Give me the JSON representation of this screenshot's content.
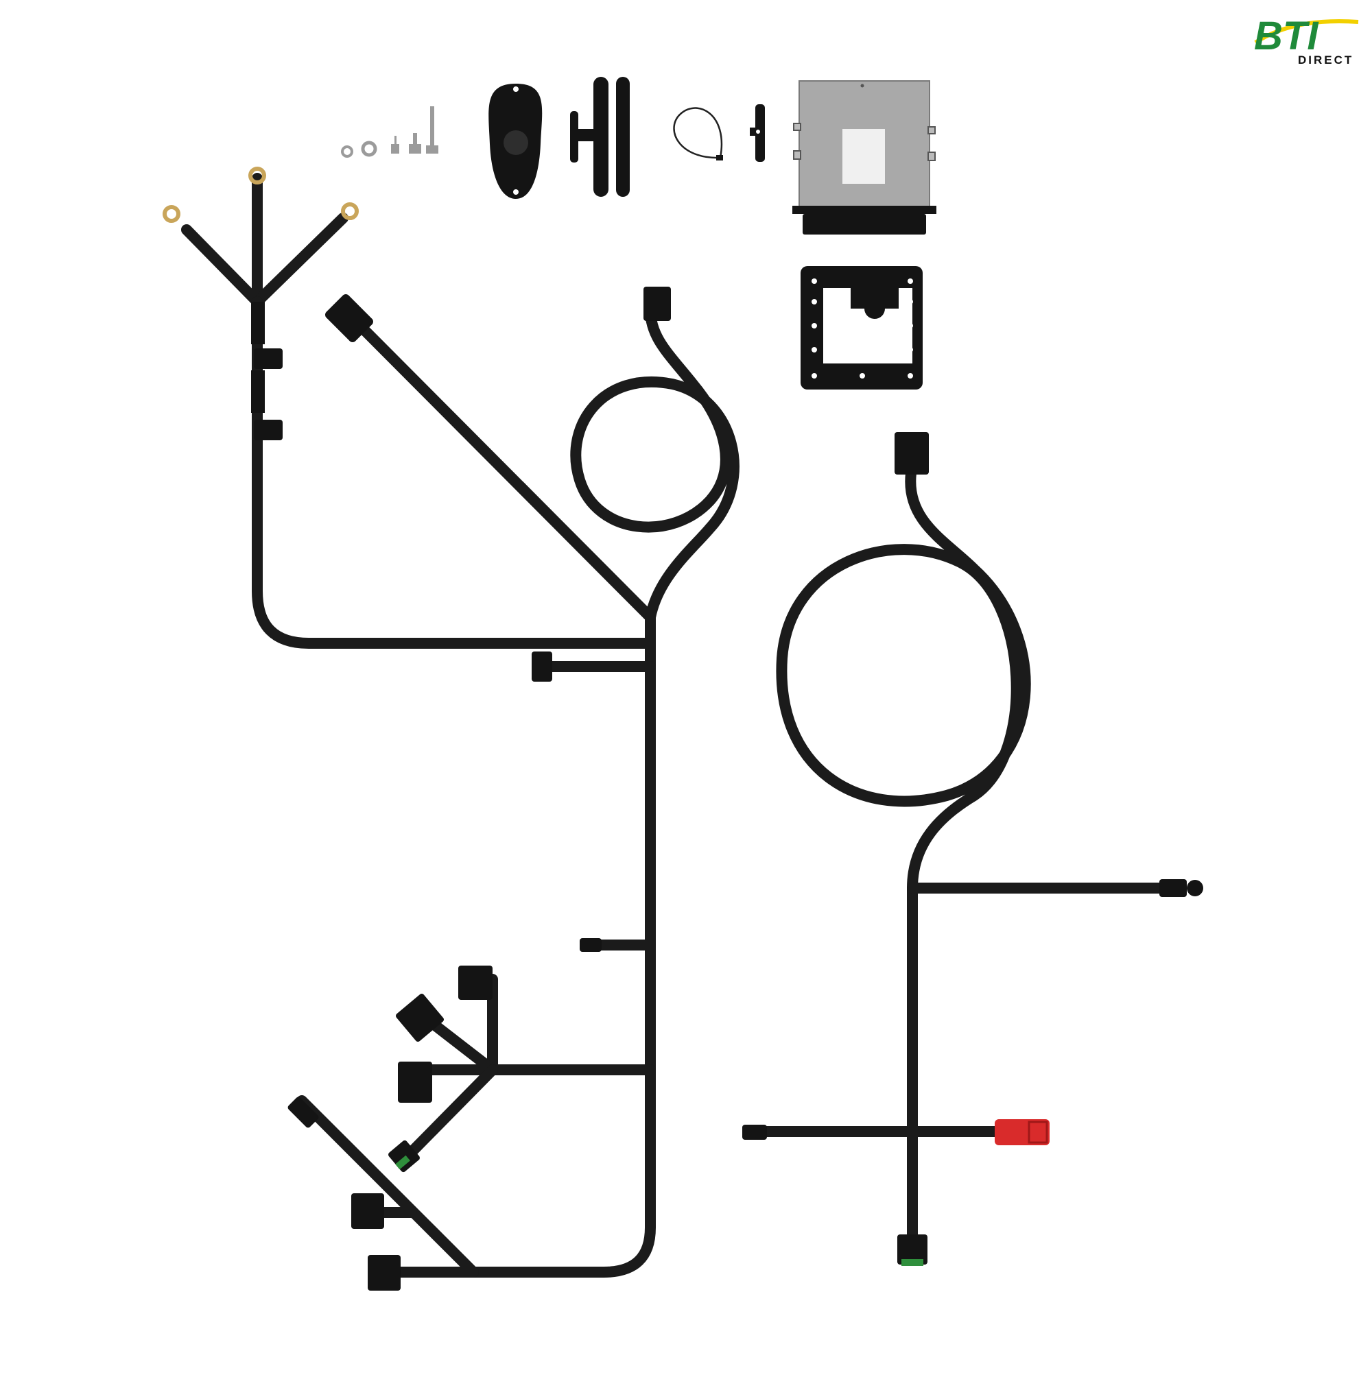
{
  "logo": {
    "brand": "BTI",
    "sub": "DIRECT",
    "colors": {
      "green": "#1f8a3a",
      "yellow": "#f2d000",
      "text": "#111111"
    }
  },
  "palette": {
    "cable": "#1b1b1b",
    "connector": "#141414",
    "terminal_ring": "#c9a55a",
    "module_body": "#a9a9a9",
    "module_label": "#f0f0f0",
    "red_connector": "#d92b2b",
    "green_seal": "#2f8f3c",
    "hardware": "#9b9b9b"
  },
  "components": {
    "hardware_kit": "bolts-washers-icon",
    "mount_bracket": "oval-mount-icon",
    "ram_mount": "ram-arm-icon",
    "cable_tie": "cable-tie-icon",
    "clip": "harness-clip-icon",
    "control_module": "controller-icon",
    "mounting_plate": "mounting-plate-icon",
    "main_harness": "wiring-harness-main",
    "secondary_harness": "wiring-harness-secondary"
  }
}
